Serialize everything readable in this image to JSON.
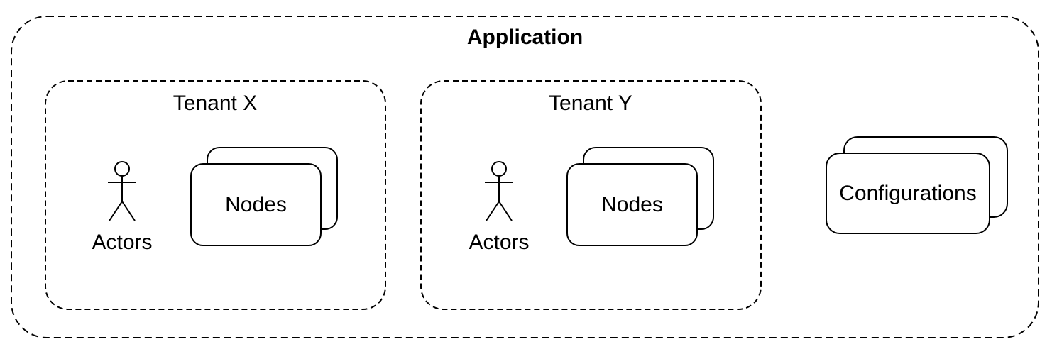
{
  "diagram": {
    "type": "multi-tenant-architecture",
    "colors": {
      "stroke": "#000000",
      "fill": "#ffffff",
      "text": "#000000"
    },
    "application": {
      "title": "Application"
    },
    "tenants": [
      {
        "title": "Tenant X",
        "actors_label": "Actors",
        "nodes_label": "Nodes"
      },
      {
        "title": "Tenant Y",
        "actors_label": "Actors",
        "nodes_label": "Nodes"
      }
    ],
    "configurations": {
      "label": "Configurations"
    }
  }
}
